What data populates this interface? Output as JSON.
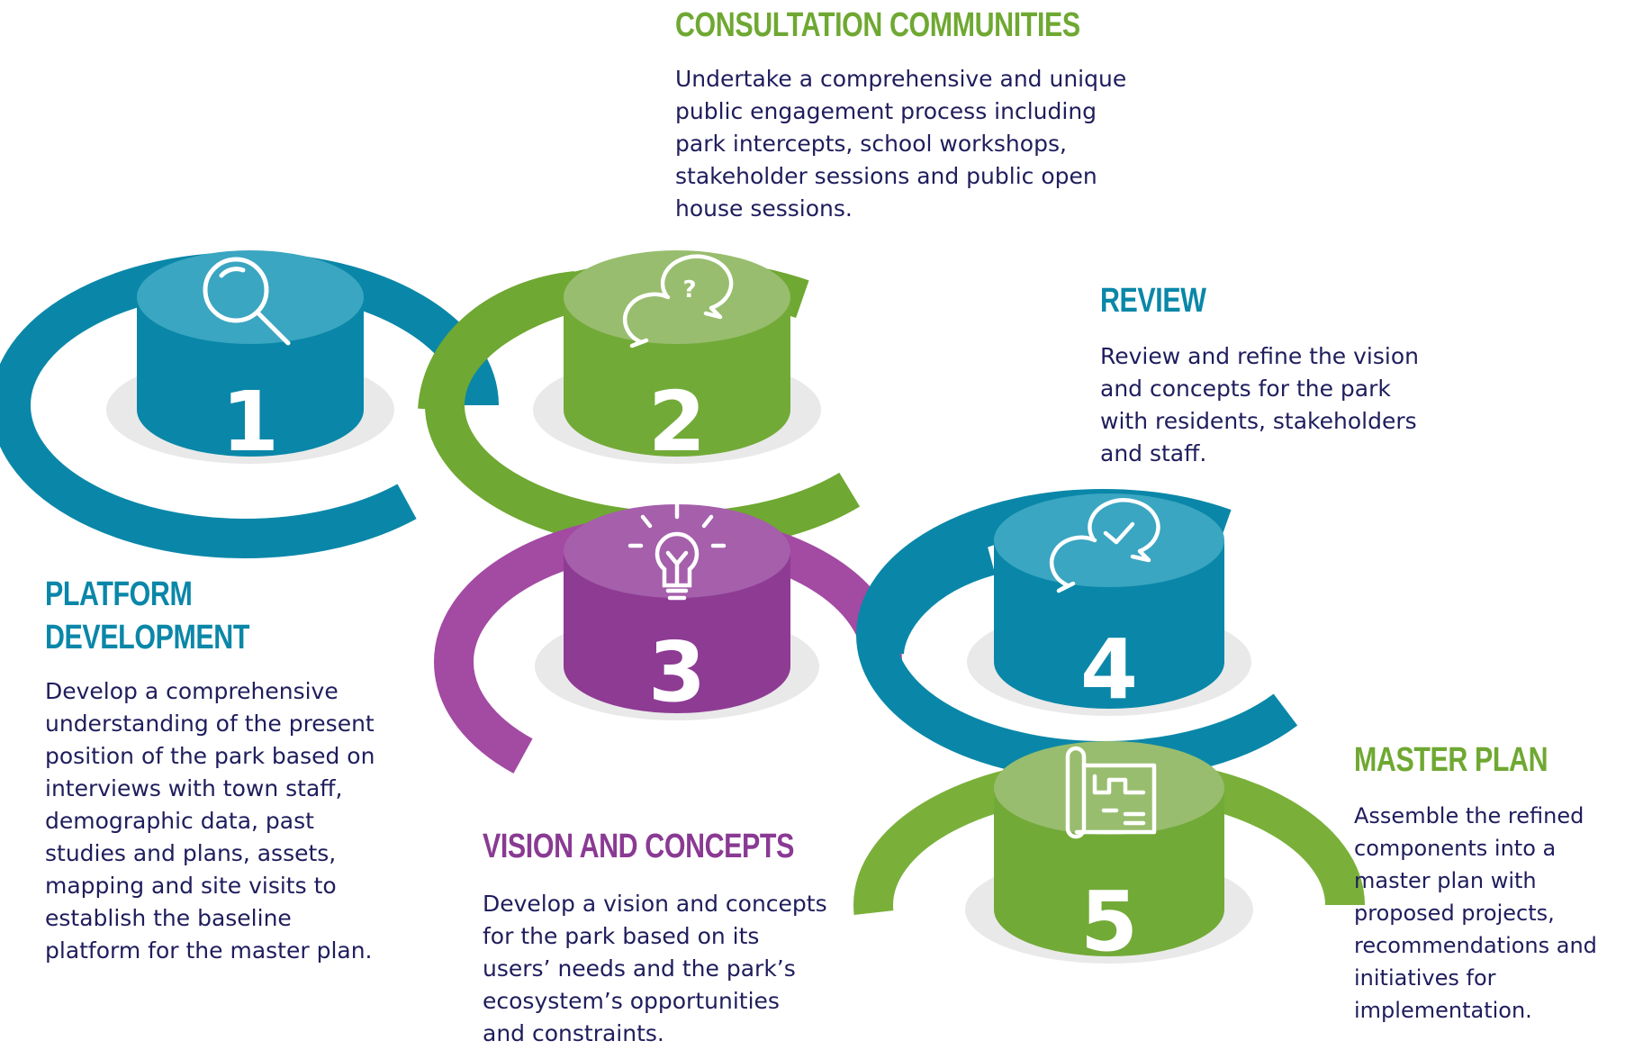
{
  "colors": {
    "blue": "#0a87a8",
    "green": "#6fa832",
    "purple": "#8a3a93",
    "text": "#1f1d5c"
  },
  "steps": [
    {
      "number": "1",
      "icon": "magnifier-icon",
      "title_lines": [
        "PLATFORM",
        "DEVELOPMENT"
      ],
      "body": "Develop a comprehensive\nunderstanding of the present\nposition of the park based on\ninterviews with town staff,\ndemographic data, past\nstudies and plans, assets,\nmapping and site visits to\nestablish the baseline\nplatform for the master plan."
    },
    {
      "number": "2",
      "icon": "question-chat-bubbles-icon",
      "title_lines": [
        "CONSULTATION COMMUNITIES"
      ],
      "body": "Undertake a comprehensive and unique\npublic engagement process including\npark intercepts, school workshops,\nstakeholder sessions and public open\nhouse sessions."
    },
    {
      "number": "3",
      "icon": "lightbulb-icon",
      "title_lines": [
        "VISION AND CONCEPTS"
      ],
      "body": "Develop a vision and concepts\nfor the park based on its\nusers’ needs and the park’s\necosystem’s opportunities\nand constraints."
    },
    {
      "number": "4",
      "icon": "check-chat-bubbles-icon",
      "title_lines": [
        "REVIEW"
      ],
      "body": "Review and refine the vision\nand concepts for the park\nwith residents, stakeholders\nand staff."
    },
    {
      "number": "5",
      "icon": "blueprint-map-icon",
      "title_lines": [
        "MASTER PLAN"
      ],
      "body": "Assemble the refined\ncomponents into a\nmaster plan with\nproposed projects,\nrecommendations and\ninitiatives for\nimplementation."
    }
  ]
}
